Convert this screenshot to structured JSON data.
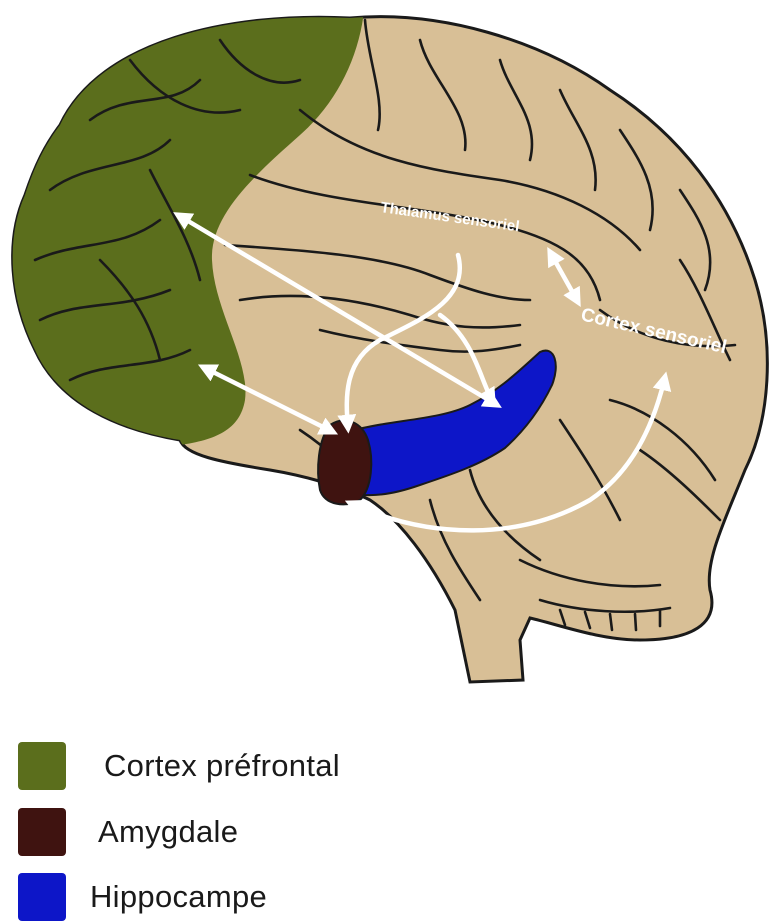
{
  "diagram": {
    "labels": {
      "thalamus": "Thalamus sensoriel",
      "sensory_cortex": "Cortex sensoriel"
    },
    "colors": {
      "brain": "#d8bf96",
      "outline": "#1a1a1a",
      "prefrontal": "#5b6e1c",
      "amygdala": "#3f1310",
      "hippocampus": "#0d16c8",
      "arrows": "#ffffff"
    }
  },
  "legend": [
    {
      "label": "Cortex préfrontal",
      "color": "#5b6e1c"
    },
    {
      "label": "Amygdale",
      "color": "#3f1310"
    },
    {
      "label": "Hippocampe",
      "color": "#0d16c8"
    }
  ]
}
